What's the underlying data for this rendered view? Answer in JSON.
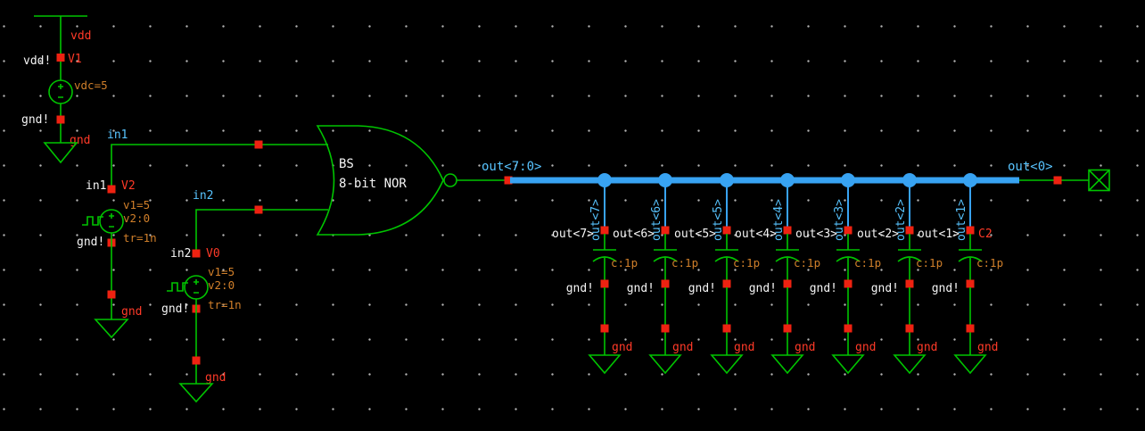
{
  "canvas": {
    "background": "#000000",
    "grid_dot_color": "#c8c8c8",
    "colors": {
      "wire_green": "#00c400",
      "pin_red": "#ee2211",
      "bus_blue": "#38a3f2",
      "net_label_cyan": "#58c4ff",
      "instance_label_red": "#ff3a28",
      "param_orange": "#d07f2a",
      "text_white": "#f5f5f5"
    }
  },
  "power_supply": {
    "rail_net": "vdd",
    "pos_pin_label": "vdd!",
    "name": "V1",
    "param": "vdc=5",
    "neg_pin_label": "gnd!",
    "gnd_net": "gnd"
  },
  "pulse_source_1": {
    "net_label": "in1",
    "pos_pin_label": "in1",
    "name": "V2",
    "param_v1": "v1=5",
    "param_v2": "v2:0",
    "param_tr": "tr=1n",
    "neg_pin_label": "gnd!",
    "gnd_net": "gnd"
  },
  "pulse_source_2": {
    "net_label": "in2",
    "pos_pin_label": "in2",
    "name": "V0",
    "param_v1": "v1=5",
    "param_v2": "v2:0",
    "param_tr": "tr=1n",
    "neg_pin_label": "gnd!",
    "gnd_net": "gnd"
  },
  "gate": {
    "name": "BS",
    "type_label": "8-bit NOR",
    "output_bus_label": "out<7:0>"
  },
  "output_pin": {
    "label": "out<0>"
  },
  "taps": [
    {
      "net": "out<7>",
      "label": "out<7>",
      "param": "c:1p",
      "pin_label": "gnd!",
      "gnd_net": "gnd"
    },
    {
      "net": "out<6>",
      "label": "out<6>",
      "param": "c:1p",
      "pin_label": "gnd!",
      "gnd_net": "gnd"
    },
    {
      "net": "out<5>",
      "label": "out<5>",
      "param": "c:1p",
      "pin_label": "gnd!",
      "gnd_net": "gnd"
    },
    {
      "net": "out<4>",
      "label": "out<4>",
      "param": "c:1p",
      "pin_label": "gnd!",
      "gnd_net": "gnd"
    },
    {
      "net": "out<3>",
      "label": "out<3>",
      "param": "c:1p",
      "pin_label": "gnd!",
      "gnd_net": "gnd"
    },
    {
      "net": "out<2>",
      "label": "out<2>",
      "param": "c:1p",
      "pin_label": "gnd!",
      "gnd_net": "gnd"
    },
    {
      "net": "out<1>",
      "label": "out<1>",
      "name": "C2",
      "param": "c:1p",
      "pin_label": "gnd!",
      "gnd_net": "gnd"
    }
  ]
}
